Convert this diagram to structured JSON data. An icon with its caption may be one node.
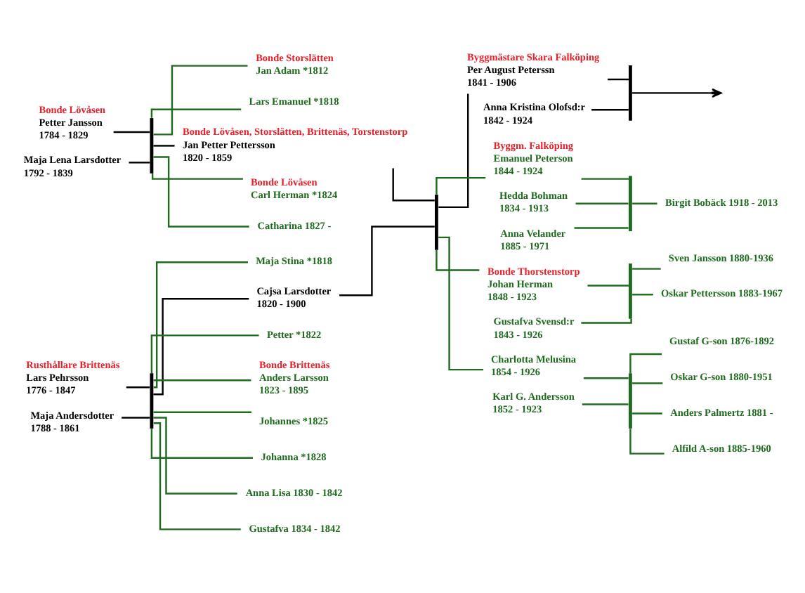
{
  "diagram": {
    "nodes": [
      {
        "text": [
          "Bonde Lövåsen",
          "Petter Jansson",
          "1784 - 1829"
        ]
      },
      {
        "text": [
          "Maja Lena Larsdotter",
          "1792 - 1839"
        ]
      },
      {
        "text": [],
        "shape": "bar"
      },
      {
        "text": [
          "Bonde Storslätten",
          "Jan Adam *1812"
        ]
      },
      {
        "text": [
          "Lars Emanuel *1818"
        ]
      },
      {
        "text": [
          "Bonde Lövåsen, Storslätten, Brittenäs, Torstenstorp",
          "Jan Petter Pettersson",
          "1820 - 1859"
        ]
      },
      {
        "text": [
          "Bonde Lövåsen",
          "Carl Herman *1824"
        ]
      },
      {
        "text": [
          "Catharina 1827 -"
        ]
      },
      {
        "text": [
          "Rusthållare Brittenäs",
          "Lars Pehrsson",
          "1776 - 1847"
        ]
      },
      {
        "text": [
          "Maja Andersdotter",
          "1788 - 1861"
        ]
      },
      {
        "text": [],
        "shape": "bar"
      },
      {
        "text": [
          "Maja Stina *1818"
        ]
      },
      {
        "text": [
          "Cajsa Larsdotter",
          "1820 - 1900"
        ]
      },
      {
        "text": [
          "Petter *1822"
        ]
      },
      {
        "text": [
          "Bonde Brittenäs",
          "Anders Larsson",
          "1823 - 1895"
        ]
      },
      {
        "text": [
          "Johannes *1825"
        ]
      },
      {
        "text": [
          "Johanna *1828"
        ]
      },
      {
        "text": [
          "Anna Lisa 1830 - 1842"
        ]
      },
      {
        "text": [
          "Gustafva 1834 - 1842"
        ]
      },
      {
        "text": [],
        "shape": "bar"
      },
      {
        "text": [
          "Byggmästare Skara Falköping",
          "Per August Peterssn",
          "1841 - 1906"
        ]
      },
      {
        "text": [
          "Byggm. Falköping",
          "Emanuel Peterson",
          "1844 - 1924"
        ]
      },
      {
        "text": [
          "Bonde Thorstenstorp",
          "Johan Herman",
          "1848 - 1923"
        ]
      },
      {
        "text": [
          "Charlotta Melusina",
          "1854 - 1926"
        ]
      },
      {
        "text": [
          "Anna Kristina Olofsd:r",
          "1842 - 1924"
        ]
      },
      {
        "text": [],
        "shape": "bar"
      },
      {
        "text": [
          "Hedda Bohman",
          "1834 - 1913"
        ]
      },
      {
        "text": [
          "Anna Velander",
          "1885 - 1971"
        ]
      },
      {
        "text": [],
        "shape": "bar"
      },
      {
        "text": [
          "Birgit Bobäck 1918 - 2013"
        ]
      },
      {
        "text": [
          "Gustafva Svensd:r",
          "1843 - 1926"
        ]
      },
      {
        "text": [],
        "shape": "bar"
      },
      {
        "text": [
          "Sven Jansson 1880-1936"
        ]
      },
      {
        "text": [
          "Oskar Pettersson 1883-1967"
        ]
      },
      {
        "text": [
          "Karl G. Andersson",
          "1852 - 1923"
        ]
      },
      {
        "text": [],
        "shape": "bar"
      },
      {
        "text": [
          "Gustaf G-son 1876-1892"
        ]
      },
      {
        "text": [
          "Oskar G-son 1880-1951"
        ]
      },
      {
        "text": [
          "Anders Palmertz 1881 -"
        ]
      },
      {
        "text": [
          "Alfild A-son 1885-1960"
        ]
      }
    ],
    "edges": [
      {
        "from": 0,
        "to": 2,
        "arrow": "none",
        "color": "#000000"
      },
      {
        "from": 1,
        "to": 2,
        "arrow": "none",
        "color": "#000000"
      },
      {
        "from": 2,
        "to": 3,
        "arrow": "none"
      },
      {
        "from": 2,
        "to": 4,
        "arrow": "none"
      },
      {
        "from": 2,
        "to": 5,
        "arrow": "none",
        "color": "#000000"
      },
      {
        "from": 2,
        "to": 6,
        "arrow": "none"
      },
      {
        "from": 2,
        "to": 7,
        "arrow": "none"
      },
      {
        "from": 8,
        "to": 10,
        "arrow": "none",
        "color": "#000000"
      },
      {
        "from": 9,
        "to": 10,
        "arrow": "none",
        "color": "#000000"
      },
      {
        "from": 10,
        "to": 11,
        "arrow": "none"
      },
      {
        "from": 10,
        "to": 12,
        "arrow": "none",
        "color": "#000000"
      },
      {
        "from": 10,
        "to": 13,
        "arrow": "none"
      },
      {
        "from": 10,
        "to": 14,
        "arrow": "none"
      },
      {
        "from": 10,
        "to": 15,
        "arrow": "none"
      },
      {
        "from": 10,
        "to": 16,
        "arrow": "none"
      },
      {
        "from": 10,
        "to": 17,
        "arrow": "none"
      },
      {
        "from": 10,
        "to": 18,
        "arrow": "none"
      },
      {
        "from": 5,
        "to": 19,
        "arrow": "none",
        "color": "#000000"
      },
      {
        "from": 12,
        "to": 19,
        "arrow": "none",
        "color": "#000000"
      },
      {
        "from": 19,
        "to": 20,
        "arrow": "none",
        "color": "#000000"
      },
      {
        "from": 19,
        "to": 21,
        "arrow": "none"
      },
      {
        "from": 19,
        "to": 22,
        "arrow": "none"
      },
      {
        "from": 19,
        "to": 23,
        "arrow": "none"
      },
      {
        "from": 20,
        "to": 25,
        "arrow": "none",
        "color": "#000000"
      },
      {
        "from": 24,
        "to": 25,
        "arrow": "none",
        "color": "#000000"
      },
      {
        "from": 25,
        "to": null,
        "arrow": "to",
        "color": "#000000"
      },
      {
        "from": 26,
        "to": 28,
        "arrow": "none"
      },
      {
        "from": 21,
        "to": 28,
        "arrow": "none"
      },
      {
        "from": 27,
        "to": 28,
        "arrow": "none"
      },
      {
        "from": 28,
        "to": 29,
        "arrow": "none"
      },
      {
        "from": 22,
        "to": 31,
        "arrow": "none"
      },
      {
        "from": 30,
        "to": 31,
        "arrow": "none"
      },
      {
        "from": 31,
        "to": 32,
        "arrow": "none"
      },
      {
        "from": 31,
        "to": 33,
        "arrow": "none"
      },
      {
        "from": 34,
        "to": 35,
        "arrow": "none"
      },
      {
        "from": 23,
        "to": 35,
        "arrow": "none"
      },
      {
        "from": 35,
        "to": 36,
        "arrow": "none"
      },
      {
        "from": 35,
        "to": 37,
        "arrow": "none"
      },
      {
        "from": 35,
        "to": 38,
        "arrow": "none"
      },
      {
        "from": 35,
        "to": 39,
        "arrow": "none"
      }
    ]
  }
}
